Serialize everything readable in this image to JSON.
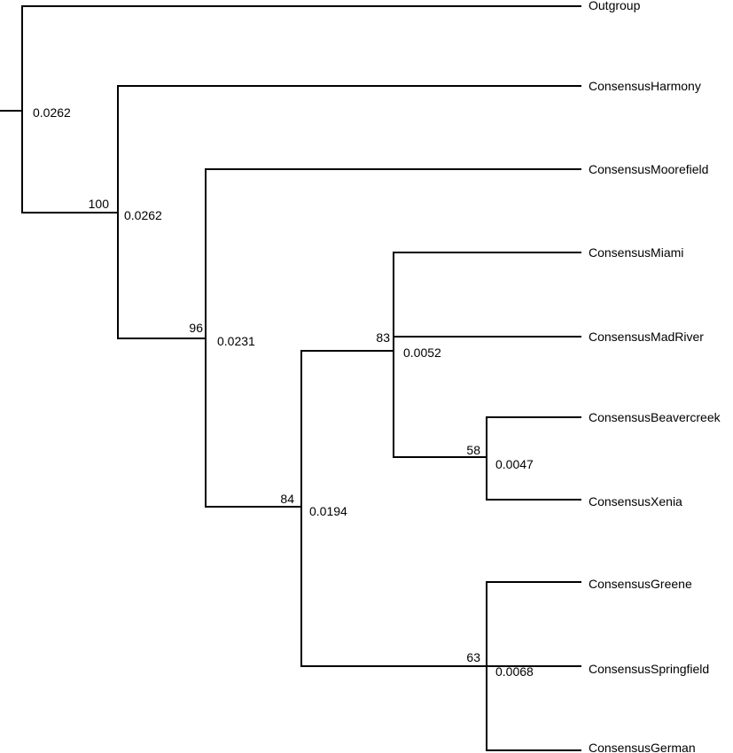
{
  "tree": {
    "taxa": [
      {
        "id": "outgroup",
        "label": "Outgroup"
      },
      {
        "id": "harmony",
        "label": "ConsensusHarmony"
      },
      {
        "id": "moorefield",
        "label": "ConsensusMoorefield"
      },
      {
        "id": "miami",
        "label": "ConsensusMiami"
      },
      {
        "id": "madriver",
        "label": "ConsensusMadRiver"
      },
      {
        "id": "beavercreek",
        "label": "ConsensusBeavercreek"
      },
      {
        "id": "xenia",
        "label": "ConsensusXenia"
      },
      {
        "id": "greene",
        "label": "ConsensusGreene"
      },
      {
        "id": "springfield",
        "label": "ConsensusSpringfield"
      },
      {
        "id": "german",
        "label": "ConsensusGerman"
      }
    ],
    "nodes": [
      {
        "id": "root",
        "distance": "0.0262",
        "support": ""
      },
      {
        "id": "node-a",
        "distance": "0.0262",
        "support": "100"
      },
      {
        "id": "node-b",
        "distance": "0.0231",
        "support": "96"
      },
      {
        "id": "node-c",
        "distance": "0.0194",
        "support": "84"
      },
      {
        "id": "node-d",
        "distance": "0.0052",
        "support": "83"
      },
      {
        "id": "node-e",
        "distance": "0.0047",
        "support": "58"
      },
      {
        "id": "node-f",
        "distance": "0.0068",
        "support": "63"
      }
    ]
  }
}
